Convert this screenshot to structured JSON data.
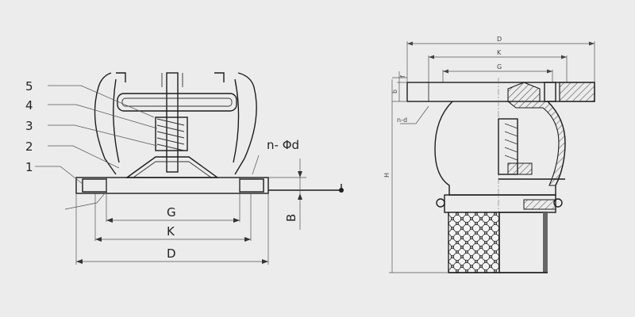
{
  "left_view": {
    "part_numbers": [
      "5",
      "4",
      "3",
      "2",
      "1"
    ],
    "dimension_labels": {
      "hole_spec": "n- Φd",
      "g": "G",
      "k": "K",
      "d": "D",
      "b": "B"
    }
  },
  "right_view": {
    "dimension_labels": {
      "d": "D",
      "k": "K",
      "g": "G",
      "b": "b",
      "f": "f",
      "hole_spec": "n-d",
      "h": "H"
    }
  },
  "colors": {
    "background": "#ececec",
    "line": "#1d1d1d",
    "hatch": "#555555"
  }
}
